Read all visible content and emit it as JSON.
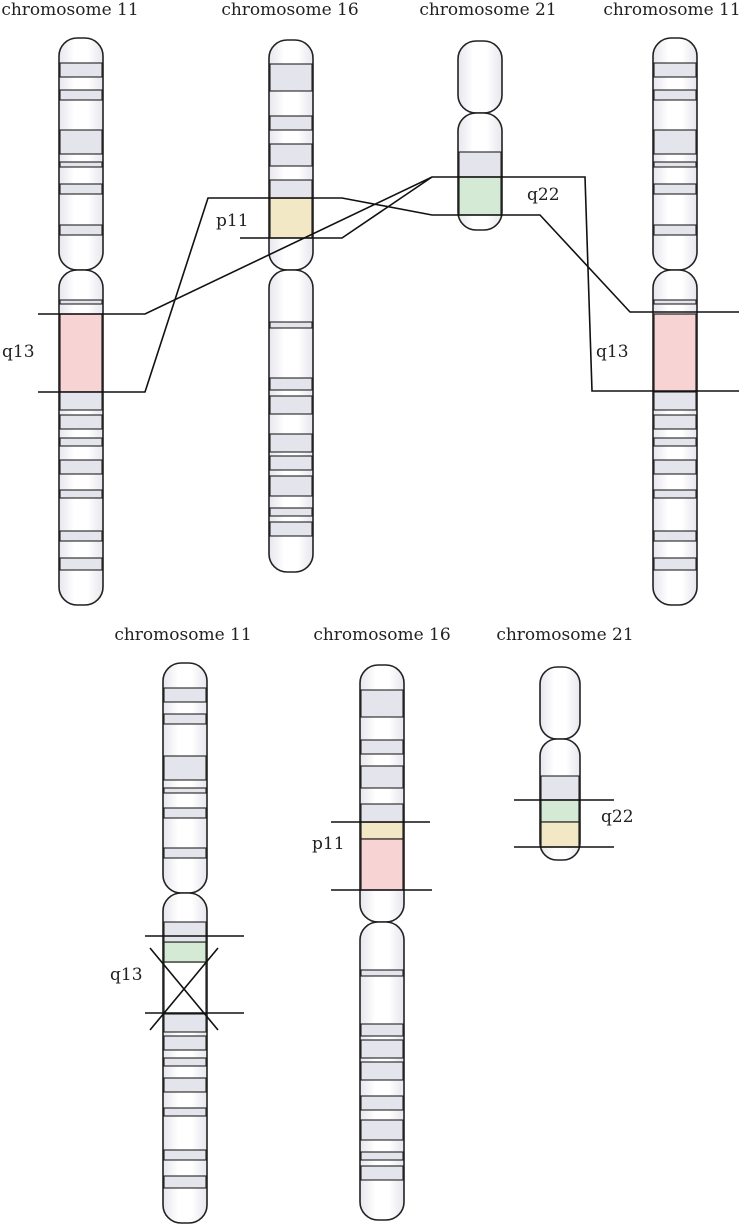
{
  "colors": {
    "outline": "#222222",
    "arm_fill_light": "#ffffff",
    "arm_fill_shade": "#e8e8f0",
    "band_gray": "#e4e4ec",
    "q13_highlight": "#f7d3d3",
    "p11_highlight": "#f3e8c5",
    "q22_highlight": "#d4ead4"
  },
  "chromosomes": [
    {
      "label": "chromosome 11"
    },
    {
      "label": "chromosome 16"
    },
    {
      "label": "chromosome 21"
    },
    {
      "label": "chromosome 11"
    },
    {
      "label": "chromosome 11"
    },
    {
      "label": "chromosome 16"
    },
    {
      "label": "chromosome 21"
    }
  ],
  "band_labels": {
    "top_chr11_left": "q13",
    "top_chr16": "p11",
    "top_chr21": "q22",
    "top_chr11_right": "q13",
    "bottom_chr11": "q13",
    "bottom_chr16": "p11",
    "bottom_chr21": "q22"
  }
}
